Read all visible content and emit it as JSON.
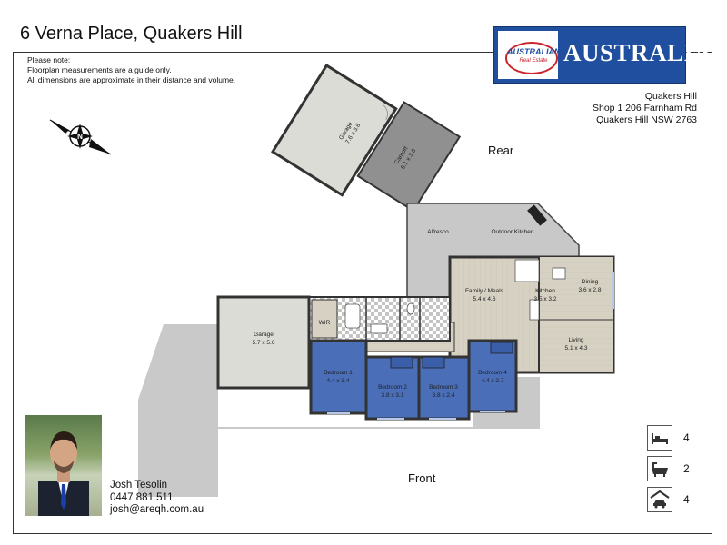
{
  "title": "6 Verna Place, Quakers Hill",
  "note": {
    "heading": "Please note:",
    "line1": "Floorplan measurements are a guide only.",
    "line2": "All dimensions are approximate in their distance and volume."
  },
  "logo": {
    "small_text": "AUSTRALIAN",
    "sub_text": "Real Estate",
    "big_text": "AUSTRALIAN"
  },
  "office": {
    "line1": "Quakers Hill",
    "line2": "Shop 1 206 Farnham Rd",
    "line3": "Quakers Hill NSW 2763"
  },
  "labels": {
    "rear": "Rear",
    "front": "Front"
  },
  "rooms": {
    "garage_rear": {
      "name": "Garage",
      "size": "7.6 x 3.6"
    },
    "carport": {
      "name": "Carport",
      "size": "5.1 x 3.6"
    },
    "alfresco": {
      "name": "Alfresco"
    },
    "outdoor_kitchen": {
      "name": "Outdoor Kitchen"
    },
    "family_meals": {
      "name": "Family / Meals",
      "size": "5.4 x 4.6"
    },
    "kitchen": {
      "name": "Kitchen",
      "size": "3.5 x 3.2"
    },
    "dining": {
      "name": "Dining",
      "size": "3.6 x 2.8"
    },
    "living": {
      "name": "Living",
      "size": "5.1 x 4.3"
    },
    "garage_front": {
      "name": "Garage",
      "size": "5.7 x 5.6"
    },
    "wir": {
      "name": "WIR"
    },
    "bedroom1": {
      "name": "Bedroom 1",
      "size": "4.4 x 3.4"
    },
    "bedroom2": {
      "name": "Bedroom 2",
      "size": "3.8 x 3.1"
    },
    "bedroom3": {
      "name": "Bedroom 3",
      "size": "3.8 x 2.4"
    },
    "bedroom4": {
      "name": "Bedroom 4",
      "size": "4.4 x 2.7"
    }
  },
  "agent": {
    "name": "Josh Tesolin",
    "phone": "0447 881 511",
    "email": "josh@areqh.com.au"
  },
  "stats": {
    "bedrooms": "4",
    "bathrooms": "2",
    "car_spaces": "4"
  },
  "colors": {
    "bedroom": "#4a6eb8",
    "floor": "#d8d4c6",
    "garage": "#dcdcd6",
    "carport": "#909090",
    "outdoor": "#c8c8c8",
    "logo_blue": "#1f4f9e"
  }
}
